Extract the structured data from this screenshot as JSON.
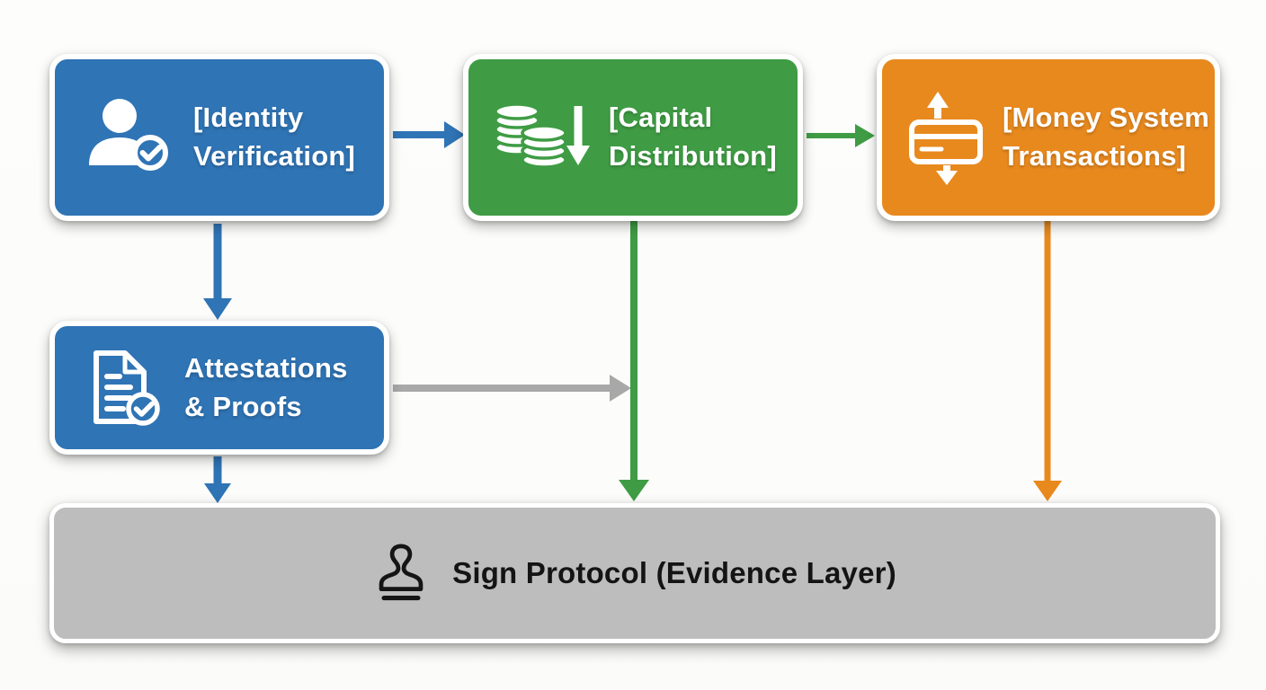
{
  "diagram": {
    "title": "Sign Protocol evidence-layer flow diagram",
    "background_color": "#fdfdfc",
    "nodes": {
      "identity": {
        "lines": [
          "[Identity",
          "Verification]"
        ],
        "color": "#2f74b5",
        "text_color": "#ffffff",
        "icon": "user-check-icon"
      },
      "capital": {
        "lines": [
          "[Capital",
          "Distribution]"
        ],
        "color": "#3f9c44",
        "text_color": "#ffffff",
        "icon": "coins-down-icon"
      },
      "money": {
        "lines": [
          "[Money System",
          "Transactions]"
        ],
        "color": "#e8891e",
        "text_color": "#ffffff",
        "icon": "card-transfer-icon"
      },
      "attestations": {
        "lines": [
          "Attestations",
          "& Proofs"
        ],
        "color": "#2f74b5",
        "text_color": "#ffffff",
        "icon": "document-check-icon"
      },
      "sign_protocol": {
        "label": "Sign Protocol (Evidence Layer)",
        "color": "#bdbdbd",
        "text_color": "#141414",
        "icon": "stamp-icon"
      }
    },
    "edges": [
      {
        "from": "identity",
        "to": "capital",
        "color": "#2f74b5"
      },
      {
        "from": "capital",
        "to": "money",
        "color": "#3f9c44"
      },
      {
        "from": "identity",
        "to": "attestations",
        "color": "#2f74b5"
      },
      {
        "from": "attestations",
        "to": "capital-sign-line",
        "color": "#a8a8a8"
      },
      {
        "from": "capital",
        "to": "sign_protocol",
        "color": "#3f9c44"
      },
      {
        "from": "money",
        "to": "sign_protocol",
        "color": "#e8891e"
      },
      {
        "from": "attestations",
        "to": "sign_protocol",
        "color": "#2f74b5"
      }
    ]
  }
}
